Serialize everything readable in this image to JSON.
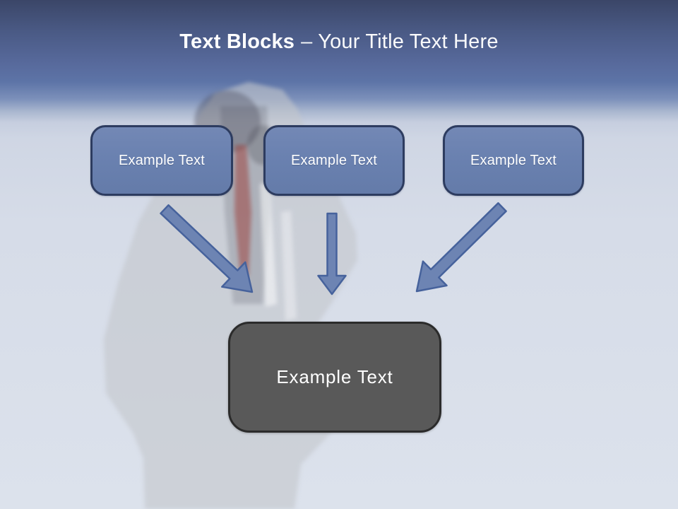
{
  "title": {
    "topic": "Text Blocks",
    "subtitle": "– Your Title Text Here"
  },
  "blocks": [
    {
      "label": "Example Text"
    },
    {
      "label": "Example Text"
    },
    {
      "label": "Example Text"
    }
  ],
  "result_block": {
    "label": "Example Text"
  },
  "watermark": "businessman-with-hat-silhouette",
  "colors": {
    "header_gradient_top": "#3b4668",
    "header_gradient_mid": "#5d74a7",
    "body_background": "#dce2ec",
    "title_text": "#ffffff",
    "block_fill": "#6a81b0",
    "block_border": "#2d3c60",
    "block_text": "#ffffff",
    "arrow_fill": "#6d84b3",
    "arrow_border": "#46629c",
    "result_fill": "#595959",
    "result_border": "#2b2b2b",
    "result_text": "#ffffff"
  }
}
